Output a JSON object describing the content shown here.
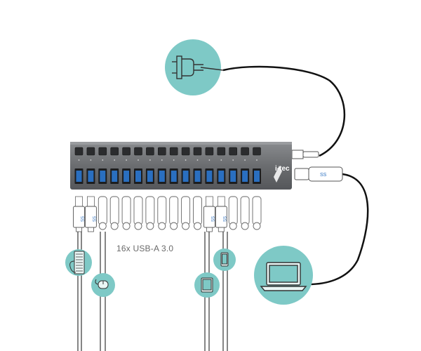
{
  "hub": {
    "brand": "i-tec",
    "port_count": 16,
    "ports_caption": "16x USB-A 3.0"
  },
  "colors": {
    "teal": "#7ec9c6",
    "hub_body": "#6b6d70",
    "usb_blue": "#2a6fc0",
    "cable": "#111111",
    "outline": "#444444"
  },
  "devices": [
    {
      "name": "power-plug",
      "icon": "plug-icon"
    },
    {
      "name": "laptop",
      "icon": "laptop-icon"
    },
    {
      "name": "keyboard",
      "icon": "keyboard-icon"
    },
    {
      "name": "mouse",
      "icon": "mouse-icon"
    },
    {
      "name": "tablet",
      "icon": "tablet-icon"
    },
    {
      "name": "phone",
      "icon": "phone-icon"
    }
  ]
}
